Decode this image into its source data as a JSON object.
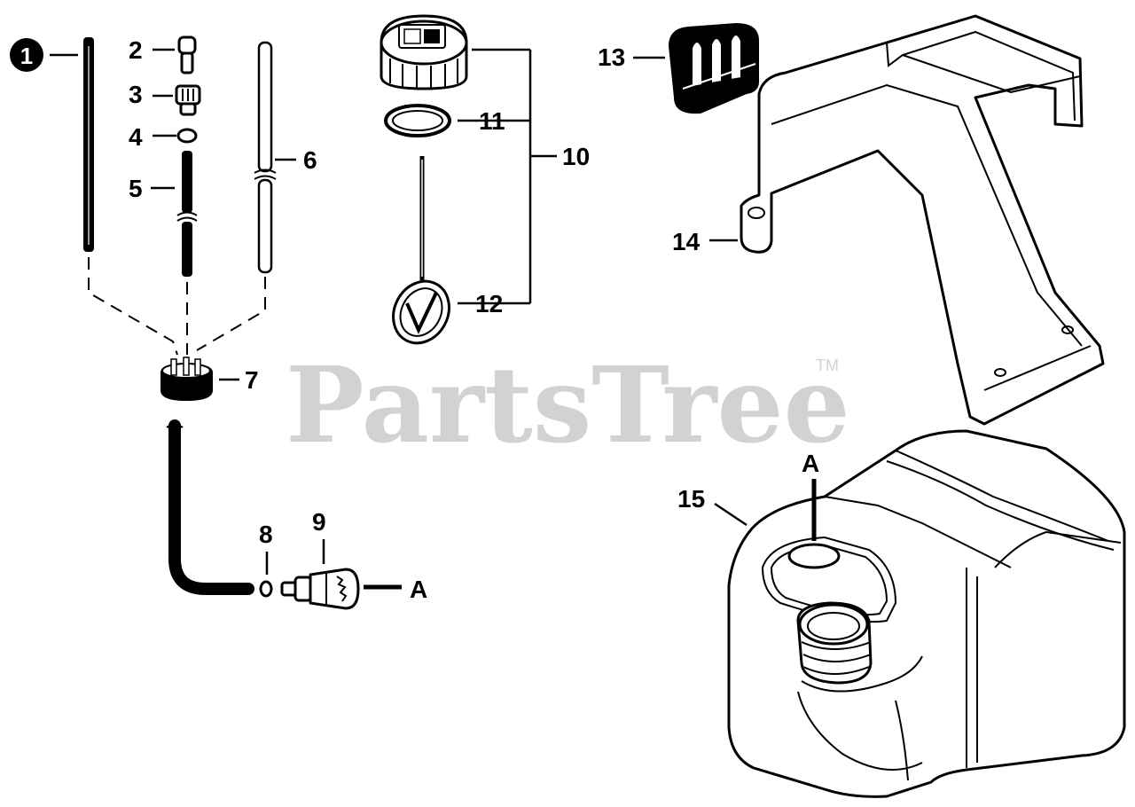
{
  "watermark": {
    "text": "PartsTree",
    "trademark": "TM"
  },
  "callouts": {
    "c1": "1",
    "c2": "2",
    "c3": "3",
    "c4": "4",
    "c5": "5",
    "c6": "6",
    "c7": "7",
    "c8": "8",
    "c9": "9",
    "c10": "10",
    "c11": "11",
    "c12": "12",
    "c13": "13",
    "c14": "14",
    "c15": "15"
  },
  "reference_marks": {
    "a_filter": "A",
    "a_tank": "A"
  },
  "colors": {
    "ink": "#000000",
    "paper": "#ffffff",
    "watermark": "#d2d2d2"
  }
}
